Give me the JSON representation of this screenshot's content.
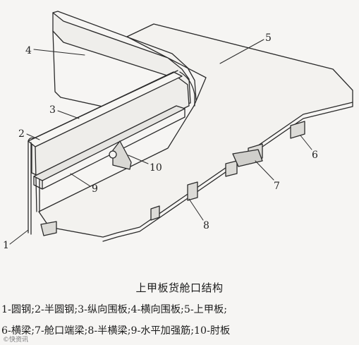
{
  "figure": {
    "callouts": [
      "1",
      "2",
      "3",
      "4",
      "5",
      "6",
      "7",
      "8",
      "9",
      "10"
    ]
  },
  "caption": "上甲板货舱口结构",
  "legend": {
    "line1": "1-圆钢;2-半圆钢;3-纵向围板;4-横向围板;5-上甲板;",
    "line2": "6-横梁;7-舱口端梁;8-半横梁;9-水平加强筋;10-肘板"
  },
  "watermark": "©快资讯"
}
